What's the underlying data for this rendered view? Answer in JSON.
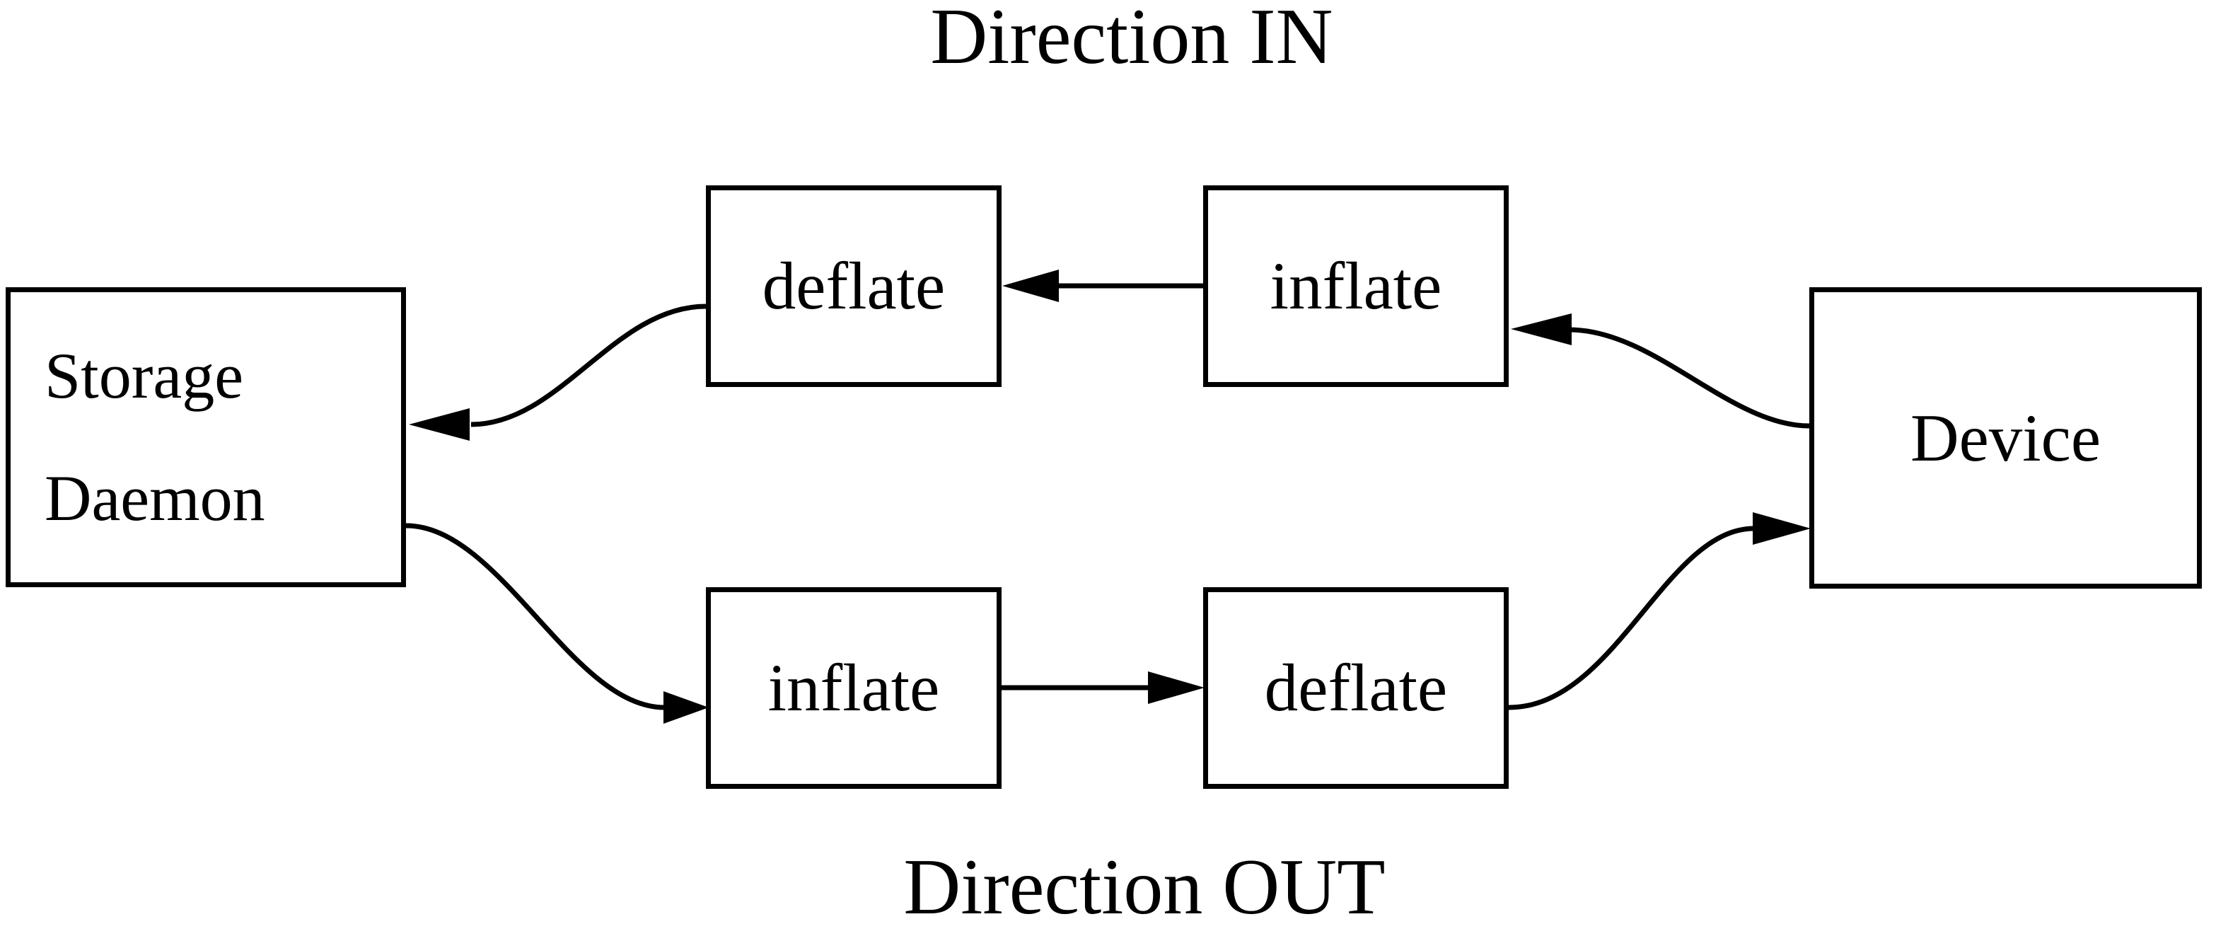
{
  "diagram": {
    "title_in": "Direction IN",
    "title_out": "Direction OUT",
    "nodes": {
      "storage_daemon": {
        "line1": "Storage",
        "line2": "Daemon"
      },
      "deflate_in": "deflate",
      "inflate_in": "inflate",
      "inflate_out": "inflate",
      "deflate_out": "deflate",
      "device": "Device"
    },
    "edges": [
      {
        "from": "device",
        "to": "inflate_in",
        "direction": "IN"
      },
      {
        "from": "inflate_in",
        "to": "deflate_in",
        "direction": "IN"
      },
      {
        "from": "deflate_in",
        "to": "storage_daemon",
        "direction": "IN"
      },
      {
        "from": "storage_daemon",
        "to": "inflate_out",
        "direction": "OUT"
      },
      {
        "from": "inflate_out",
        "to": "deflate_out",
        "direction": "OUT"
      },
      {
        "from": "deflate_out",
        "to": "device",
        "direction": "OUT"
      }
    ],
    "colors": {
      "line": "#000000",
      "node_fill": "#ffffff",
      "background": "#ffffff"
    }
  }
}
